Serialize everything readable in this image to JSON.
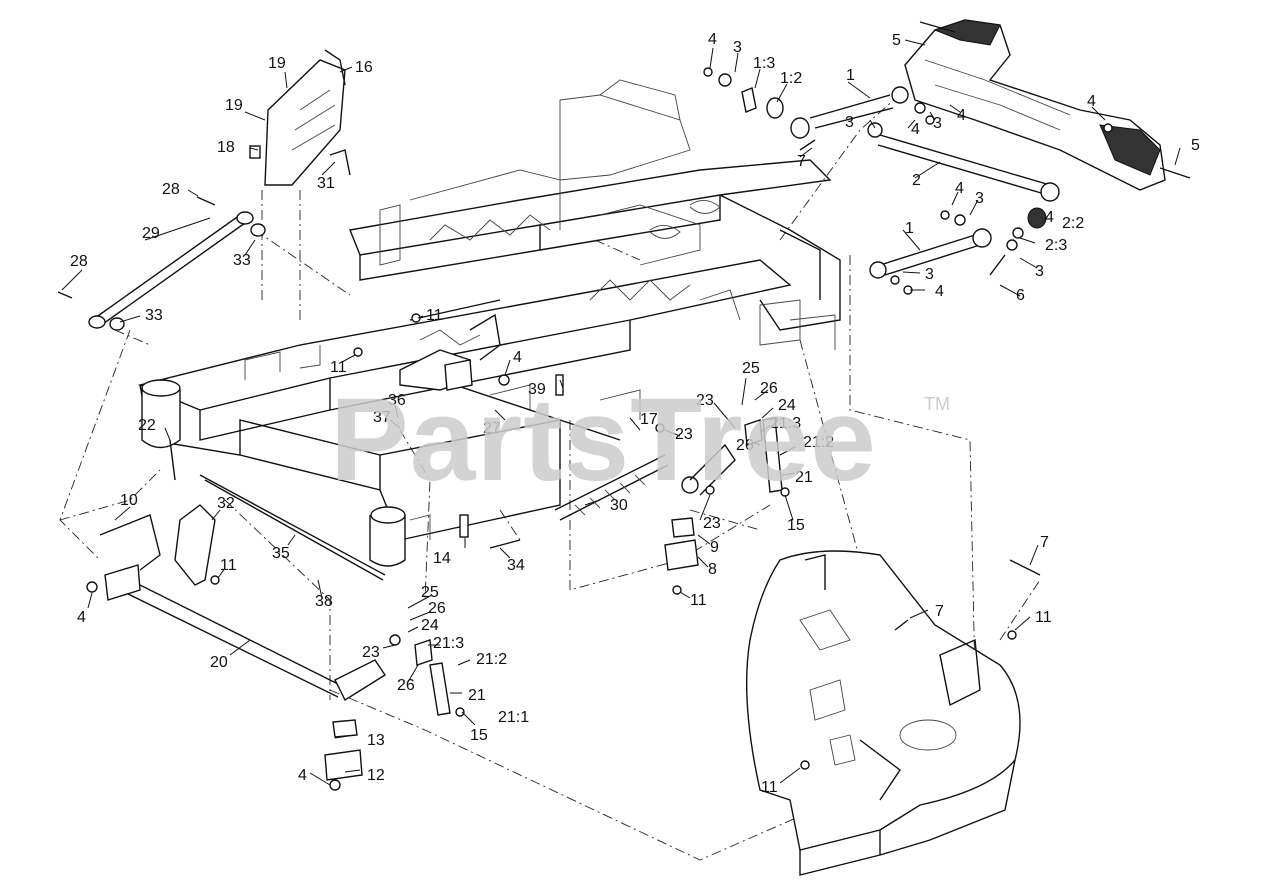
{
  "watermark": {
    "text": "PartsTree",
    "tm": "TM"
  },
  "callouts": [
    {
      "id": "c19a",
      "text": "19"
    },
    {
      "id": "c16",
      "text": "16"
    },
    {
      "id": "c19b",
      "text": "19"
    },
    {
      "id": "c18",
      "text": "18"
    },
    {
      "id": "c31",
      "text": "31"
    },
    {
      "id": "c28a",
      "text": "28"
    },
    {
      "id": "c29",
      "text": "29"
    },
    {
      "id": "c33a",
      "text": "33"
    },
    {
      "id": "c28b",
      "text": "28"
    },
    {
      "id": "c33b",
      "text": "33"
    },
    {
      "id": "c11a",
      "text": "11"
    },
    {
      "id": "c11b",
      "text": "11"
    },
    {
      "id": "c4a",
      "text": "4"
    },
    {
      "id": "c39",
      "text": "39"
    },
    {
      "id": "c36",
      "text": "36"
    },
    {
      "id": "c37",
      "text": "37"
    },
    {
      "id": "c27",
      "text": "27"
    },
    {
      "id": "c22",
      "text": "22"
    },
    {
      "id": "c10",
      "text": "10"
    },
    {
      "id": "c32",
      "text": "32"
    },
    {
      "id": "c11c",
      "text": "11"
    },
    {
      "id": "c35",
      "text": "35"
    },
    {
      "id": "c38",
      "text": "38"
    },
    {
      "id": "c4b",
      "text": "4"
    },
    {
      "id": "c20",
      "text": "20"
    },
    {
      "id": "c14",
      "text": "14"
    },
    {
      "id": "c34",
      "text": "34"
    },
    {
      "id": "c17",
      "text": "17"
    },
    {
      "id": "c30",
      "text": "30"
    },
    {
      "id": "c23a",
      "text": "23"
    },
    {
      "id": "c23b",
      "text": "23"
    },
    {
      "id": "c9",
      "text": "9"
    },
    {
      "id": "c8",
      "text": "8"
    },
    {
      "id": "c11d",
      "text": "11"
    },
    {
      "id": "c25a",
      "text": "25"
    },
    {
      "id": "c23c",
      "text": "23"
    },
    {
      "id": "c26a",
      "text": "26"
    },
    {
      "id": "c24a",
      "text": "24"
    },
    {
      "id": "c21_3a",
      "text": "21:3"
    },
    {
      "id": "c26b",
      "text": "26"
    },
    {
      "id": "c21_2a",
      "text": "21:2"
    },
    {
      "id": "c21a",
      "text": "21"
    },
    {
      "id": "c15a",
      "text": "15"
    },
    {
      "id": "c25b",
      "text": "25"
    },
    {
      "id": "c26c",
      "text": "26"
    },
    {
      "id": "c24b",
      "text": "24"
    },
    {
      "id": "c23d",
      "text": "23"
    },
    {
      "id": "c21_3b",
      "text": "21:3"
    },
    {
      "id": "c21_2b",
      "text": "21:2"
    },
    {
      "id": "c26d",
      "text": "26"
    },
    {
      "id": "c21b",
      "text": "21"
    },
    {
      "id": "c21_1",
      "text": "21:1"
    },
    {
      "id": "c15b",
      "text": "15"
    },
    {
      "id": "c13",
      "text": "13"
    },
    {
      "id": "c12",
      "text": "12"
    },
    {
      "id": "c4c",
      "text": "4"
    },
    {
      "id": "c4d",
      "text": "4"
    },
    {
      "id": "c3a",
      "text": "3"
    },
    {
      "id": "c1_3",
      "text": "1:3"
    },
    {
      "id": "c1_2",
      "text": "1:2"
    },
    {
      "id": "c1a",
      "text": "1"
    },
    {
      "id": "c5a",
      "text": "5"
    },
    {
      "id": "c3b",
      "text": "3"
    },
    {
      "id": "c4e",
      "text": "4"
    },
    {
      "id": "c3c",
      "text": "3"
    },
    {
      "id": "c4f",
      "text": "4"
    },
    {
      "id": "c4g",
      "text": "4"
    },
    {
      "id": "c4h",
      "text": "4"
    },
    {
      "id": "c7a",
      "text": "7"
    },
    {
      "id": "c2",
      "text": "2"
    },
    {
      "id": "c5b",
      "text": "5"
    },
    {
      "id": "c4i",
      "text": "4"
    },
    {
      "id": "c3d",
      "text": "3"
    },
    {
      "id": "c2_2",
      "text": "2:2"
    },
    {
      "id": "c1b",
      "text": "1"
    },
    {
      "id": "c2_3",
      "text": "2:3"
    },
    {
      "id": "c3e",
      "text": "3"
    },
    {
      "id": "c3f",
      "text": "3"
    },
    {
      "id": "c4j",
      "text": "4"
    },
    {
      "id": "c6",
      "text": "6"
    },
    {
      "id": "c7b",
      "text": "7"
    },
    {
      "id": "c7c",
      "text": "7"
    },
    {
      "id": "c11e",
      "text": "11"
    },
    {
      "id": "c11f",
      "text": "11"
    }
  ]
}
